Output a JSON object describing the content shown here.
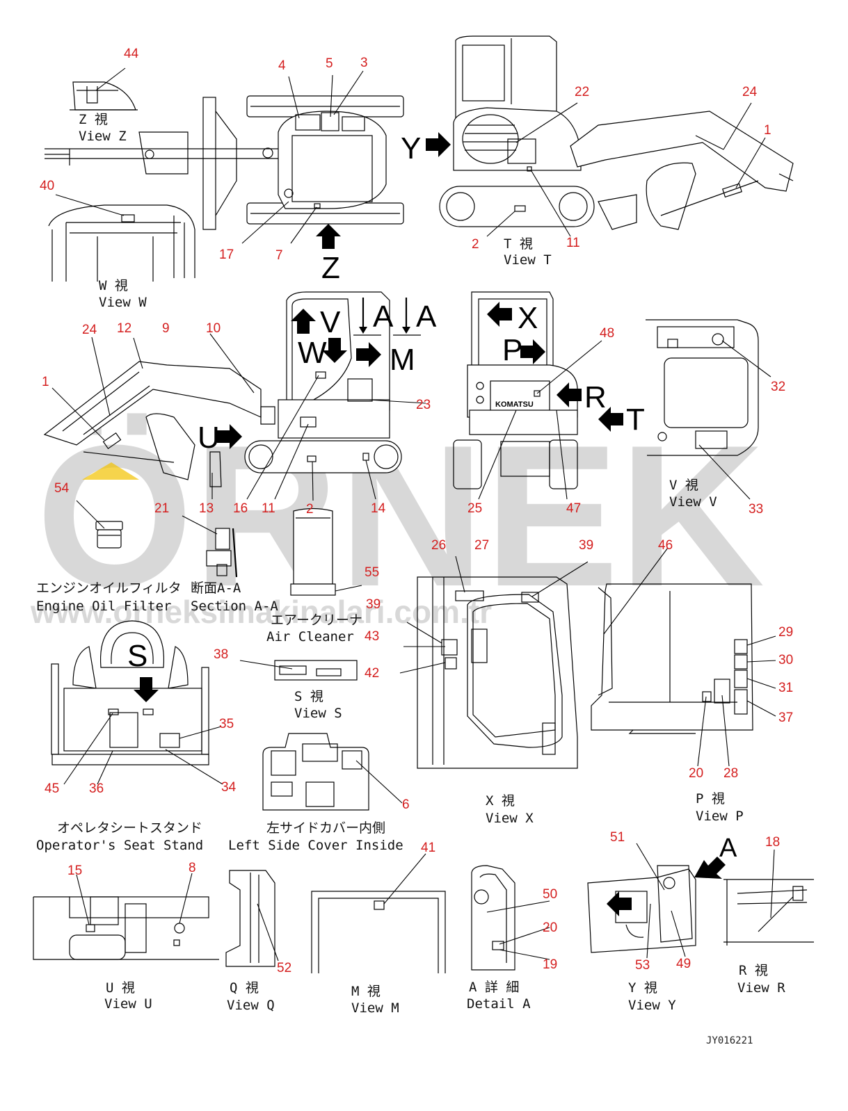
{
  "drawing_code": "JY016221",
  "watermark": {
    "brand": "ÖRNEK",
    "url": "www.orneksimakinalari.com.tr"
  },
  "view_letters": {
    "Z": "Z",
    "Y": "Y",
    "V": "V",
    "W": "W",
    "X": "X",
    "P": "P",
    "R": "R",
    "T": "T",
    "U": "U",
    "S": "S",
    "M": "M",
    "A": "A"
  },
  "captions": {
    "view_z_jp": "Z 視",
    "view_z": "View Z",
    "view_w_jp": "W 視",
    "view_w": "View W",
    "view_t_jp": "T 視",
    "view_t": "View T",
    "view_v_jp": "V 視",
    "view_v": "View V",
    "oil_filter_jp": "エンジンオイルフィルタ",
    "oil_filter": "Engine Oil Filter",
    "section_aa_jp": "断面A-A",
    "section_aa": "Section A-A",
    "air_cleaner_jp": "エアークリーナ",
    "air_cleaner": "Air Cleaner",
    "view_s_jp": "S 視",
    "view_s": "View S",
    "seat_stand_jp": "オペレタシートスタンド",
    "seat_stand": "Operator's Seat Stand",
    "side_cover_jp": "左サイドカバー内側",
    "side_cover": "Left Side Cover Inside",
    "view_x_jp": "X 視",
    "view_x": "View X",
    "view_p_jp": "P 視",
    "view_p": "View P",
    "view_u_jp": "U 視",
    "view_u": "View U",
    "view_q_jp": "Q 視",
    "view_q": "View Q",
    "view_m_jp": "M 視",
    "view_m": "View M",
    "detail_a_jp": "A 詳 細",
    "detail_a": "Detail A",
    "view_y_jp": "Y 視",
    "view_y": "View Y",
    "view_r_jp": "R 視",
    "view_r": "View R"
  },
  "part_numbers": {
    "n44": "44",
    "n4": "4",
    "n5": "5",
    "n3": "3",
    "n40": "40",
    "n17": "17",
    "n7a": "7",
    "n22": "22",
    "n24a": "24",
    "n1a": "1",
    "n2a": "2",
    "n11a": "11",
    "n24b": "24",
    "n12": "12",
    "n9": "9",
    "n10": "10",
    "n1b": "1",
    "n23": "23",
    "n13": "13",
    "n16": "16",
    "n11b": "11",
    "n2b": "2",
    "n14": "14",
    "n48": "48",
    "n25": "25",
    "n47": "47",
    "n32": "32",
    "n33": "33",
    "n54": "54",
    "n21": "21",
    "n55": "55",
    "n26": "26",
    "n27": "27",
    "n39a": "39",
    "n39b": "39",
    "n43": "43",
    "n42": "42",
    "n38": "38",
    "n35": "35",
    "n34": "34",
    "n45": "45",
    "n36": "36",
    "n6": "6",
    "n46": "46",
    "n29": "29",
    "n30": "30",
    "n31": "31",
    "n37": "37",
    "n20a": "20",
    "n28": "28",
    "n15": "15",
    "n8": "8",
    "n52": "52",
    "n41": "41",
    "n50": "50",
    "n20b": "20",
    "n19": "19",
    "n51": "51",
    "n53": "53",
    "n49": "49",
    "n18": "18"
  }
}
